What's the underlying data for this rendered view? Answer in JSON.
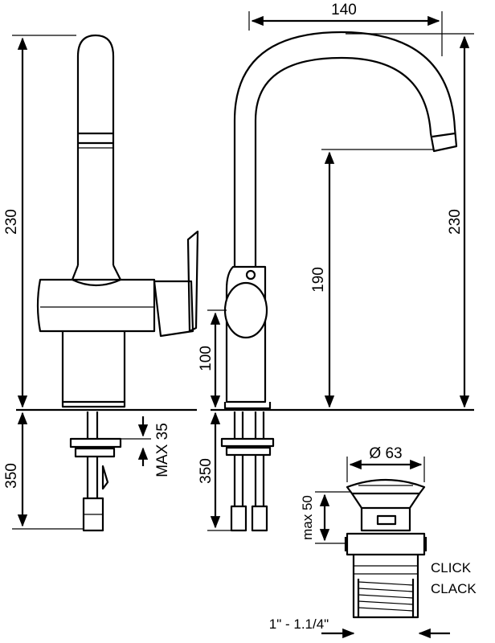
{
  "front_view": {
    "height_label": "230",
    "below_counter_label": "350",
    "max_counter_label": "MAX 35"
  },
  "side_view": {
    "reach_label": "140",
    "total_height_label": "230",
    "spout_height_label": "190",
    "body_height_label": "100",
    "below_counter_label": "350"
  },
  "waste": {
    "diameter_label": "Ø 63",
    "max_label": "max 50",
    "type_label_line1": "CLICK",
    "type_label_line2": "CLACK",
    "thread_label": "1\" - 1.1/4\""
  },
  "colors": {
    "line": "#000000",
    "background": "#ffffff"
  }
}
